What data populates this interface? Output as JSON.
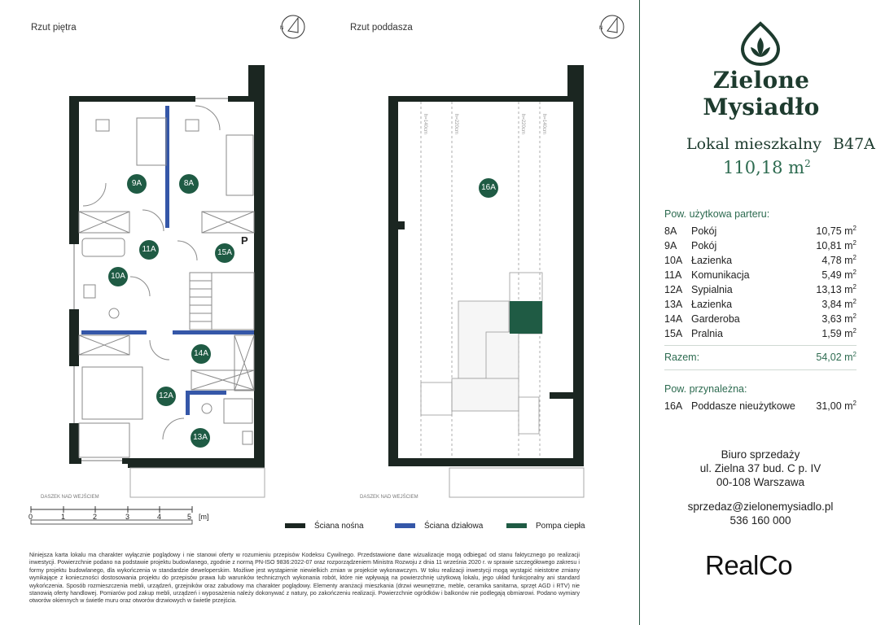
{
  "plans": {
    "floor_title": "Rzut piętra",
    "attic_title": "Rzut poddasza",
    "canopy_label": "DASZEK NAD WEJŚCIEM",
    "attic_heights": [
      "h=140cm",
      "h=220cm",
      "h=220cm",
      "h=140cm"
    ],
    "rooms_floor": [
      "9A",
      "8A",
      "11A",
      "15A",
      "10A",
      "14A",
      "12A",
      "13A"
    ],
    "room_attic": "16A",
    "p_mark": "P"
  },
  "scale": {
    "ticks": [
      "0",
      "1",
      "2",
      "3",
      "4",
      "5"
    ],
    "unit": "[m]"
  },
  "legend": {
    "items": [
      {
        "label": "Ściana nośna",
        "color": "#1b2621"
      },
      {
        "label": "Ściana działowa",
        "color": "#3557a8"
      },
      {
        "label": "Pompa ciepła",
        "color": "#1f5b44"
      }
    ]
  },
  "brand": {
    "name": "Zielone Mysiadło",
    "icon": "leaf-drop-logo-icon"
  },
  "unit": {
    "title": "Lokal mieszkalny",
    "code": "B47A",
    "area_value": "110,18 m",
    "area_sup": "2"
  },
  "ground": {
    "heading": "Pow. użytkowa parteru:",
    "rows": [
      {
        "code": "8A",
        "name": "Pokój",
        "value": "10,75 m"
      },
      {
        "code": "9A",
        "name": "Pokój",
        "value": "10,81 m"
      },
      {
        "code": "10A",
        "name": "Łazienka",
        "value": "4,78 m"
      },
      {
        "code": "11A",
        "name": "Komunikacja",
        "value": "5,49 m"
      },
      {
        "code": "12A",
        "name": "Sypialnia",
        "value": "13,13 m"
      },
      {
        "code": "13A",
        "name": "Łazienka",
        "value": "3,84 m"
      },
      {
        "code": "14A",
        "name": "Garderoba",
        "value": "3,63 m"
      },
      {
        "code": "15A",
        "name": "Pralnia",
        "value": "1,59 m"
      }
    ],
    "total_label": "Razem:",
    "total_value": "54,02 m"
  },
  "extra": {
    "heading": "Pow. przynależna:",
    "code": "16A",
    "name": "Poddasze nieużytkowe",
    "value": "31,00 m"
  },
  "sup2": "2",
  "office": {
    "line1": "Biuro sprzedaży",
    "line2": "ul. Zielna 37 bud. C p. IV",
    "line3": "00-108 Warszawa",
    "email": "sprzedaz@zielonemysiadlo.pl",
    "phone": "536 160 000"
  },
  "developer": "RealCo",
  "disclaimer": "Niniejsza karta lokalu ma charakter wyłącznie poglądowy i nie stanowi oferty w rozumieniu przepisów Kodeksu Cywilnego. Przedstawione dane wizualizacje mogą odbiegać od stanu faktycznego po realizacji inwestycji. Powierzchnie podano na podstawie projektu budowlanego, zgodnie z normą PN-ISO 9836:2022-07 oraz rozporządzeniem Ministra Rozwoju z dnia 11 września 2020 r. w sprawie szczegółowego zakresu i formy projektu budowlanego, dla wykończenia w standardzie deweloperskim. Możliwe jest wystąpienie niewielkich zmian w projekcie wykonawczym. W toku realizacji inwestycji mogą wystąpić nieistotne zmiany wynikające z konieczności dostosowania projektu do przepisów prawa lub warunków technicznych wykonania robót, które nie wpływają na powierzchnię użytkową lokalu, jego układ funkcjonalny ani standard wykończenia. Sposób rozmieszczenia mebli, urządzeń, grzejników oraz zabudowy ma charakter poglądowy. Elementy aranżacji mieszkania (drzwi wewnętrzne, meble, ceramika sanitarna, sprzęt AGD i RTV) nie stanowią oferty handlowej. Pomiarów pod zakup mebli, urządzeń i wyposażenia należy dokonywać z natury, po zakończeniu realizacji. Powierzchnie ogródków i balkonów nie podlegają obmiarowi. Podano wymiary otworów okiennych w świetle muru oraz otworów drzwiowych w świetle przejścia."
}
